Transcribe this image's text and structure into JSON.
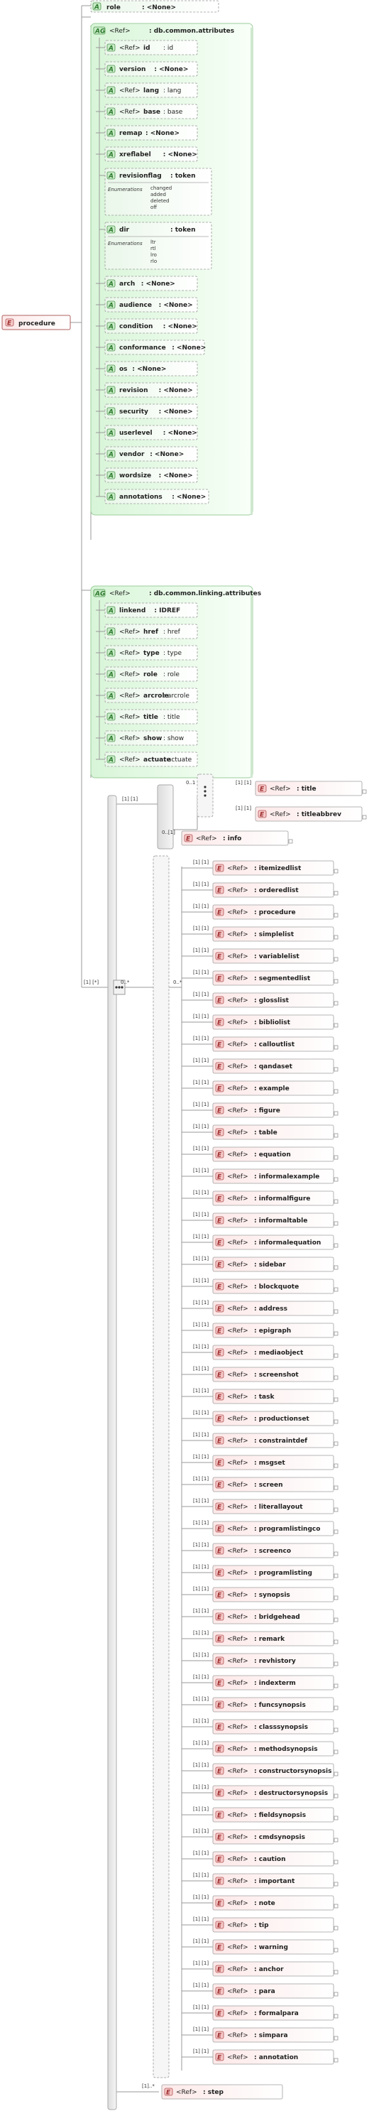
{
  "root": {
    "kind": "E",
    "label": "procedure"
  },
  "attributes_top": [
    {
      "name": "role",
      "value": "<None>"
    }
  ],
  "attr_group_1": {
    "kind": "AG",
    "ref_prefix": "<Ref>",
    "name": ": db.common.attributes",
    "items": [
      {
        "ref": true,
        "name": "id",
        "value": ""
      },
      {
        "ref": false,
        "name": "version",
        "value": "<None>"
      },
      {
        "ref": true,
        "name": "lang",
        "value": ""
      },
      {
        "ref": true,
        "name": "base",
        "value": ""
      },
      {
        "ref": false,
        "name": "remap",
        "value": "<None>"
      },
      {
        "ref": false,
        "name": "xreflabel",
        "value": "<None>"
      },
      {
        "ref": false,
        "name": "revisionflag",
        "value": "token",
        "enum_label": "Enumerations",
        "enum": [
          "changed",
          "added",
          "deleted",
          "off"
        ]
      },
      {
        "ref": false,
        "name": "dir",
        "value": "token",
        "enum_label": "Enumerations",
        "enum": [
          "ltr",
          "rtl",
          "lro",
          "rlo"
        ]
      },
      {
        "ref": false,
        "name": "arch",
        "value": "<None>"
      },
      {
        "ref": false,
        "name": "audience",
        "value": "<None>"
      },
      {
        "ref": false,
        "name": "condition",
        "value": "<None>"
      },
      {
        "ref": false,
        "name": "conformance",
        "value": "<None>"
      },
      {
        "ref": false,
        "name": "os",
        "value": "<None>"
      },
      {
        "ref": false,
        "name": "revision",
        "value": "<None>"
      },
      {
        "ref": false,
        "name": "security",
        "value": "<None>"
      },
      {
        "ref": false,
        "name": "userlevel",
        "value": "<None>"
      },
      {
        "ref": false,
        "name": "vendor",
        "value": "<None>"
      },
      {
        "ref": false,
        "name": "wordsize",
        "value": "<None>"
      },
      {
        "ref": false,
        "name": "annotations",
        "value": "<None>"
      }
    ]
  },
  "attr_group_2": {
    "kind": "AG",
    "ref_prefix": "<Ref>",
    "name": ": db.common.linking.attributes",
    "items": [
      {
        "ref": false,
        "name": "linkend",
        "value": "IDREF"
      },
      {
        "ref": true,
        "name": "href",
        "value": ""
      },
      {
        "ref": true,
        "name": "type",
        "value": ""
      },
      {
        "ref": true,
        "name": "role",
        "value": ""
      },
      {
        "ref": true,
        "name": "arcrole",
        "value": ""
      },
      {
        "ref": true,
        "name": "title",
        "value": ""
      },
      {
        "ref": true,
        "name": "show",
        "value": ""
      },
      {
        "ref": true,
        "name": "actuate",
        "value": ""
      }
    ]
  },
  "occurrence": {
    "one_one": "[1]  [1]",
    "zero_one": "0..1",
    "one_star": "[1]  [*]",
    "zero_star": "0..*",
    "choice_card": "0..*",
    "step_card": "[1]..*"
  },
  "header_seq": {
    "title": {
      "card": "[1]  [1]",
      "ref": "<Ref>",
      "name": ": title"
    },
    "titleabbrev": {
      "card": "[1]  [1]",
      "ref": "<Ref>",
      "name": ": titleabbrev"
    },
    "info": {
      "card": "0..[1]",
      "ref": "<Ref>",
      "name": ": info"
    }
  },
  "choice_items": [
    "itemizedlist",
    "orderedlist",
    "procedure",
    "simplelist",
    "variablelist",
    "segmentedlist",
    "glosslist",
    "bibliolist",
    "calloutlist",
    "qandaset",
    "example",
    "figure",
    "table",
    "equation",
    "informalexample",
    "informalfigure",
    "informaltable",
    "informalequation",
    "sidebar",
    "blockquote",
    "address",
    "epigraph",
    "mediaobject",
    "screenshot",
    "task",
    "productionset",
    "constraintdef",
    "msgset",
    "screen",
    "literallayout",
    "programlistingco",
    "screenco",
    "programlisting",
    "synopsis",
    "bridgehead",
    "remark",
    "revhistory",
    "indexterm",
    "funcsynopsis",
    "classsynopsis",
    "methodsynopsis",
    "constructorsynopsis",
    "destructorsynopsis",
    "fieldsynopsis",
    "cmdsynopsis",
    "caution",
    "important",
    "note",
    "tip",
    "warning",
    "anchor",
    "para",
    "formalpara",
    "simpara",
    "annotation"
  ],
  "choice_item_card": "[1]  [1]",
  "choice_item_ref": "<Ref>",
  "step": {
    "card": "[1]..*",
    "ref": "<Ref>",
    "name": ": step"
  },
  "colors": {
    "element_fill": "#fbe3e3",
    "element_border": "#c86464",
    "attr_fill": "#e6f5e6",
    "attr_border": "#6aa86a",
    "group_fill": "#eafbea",
    "seq_fill": "#e8e8e8"
  }
}
